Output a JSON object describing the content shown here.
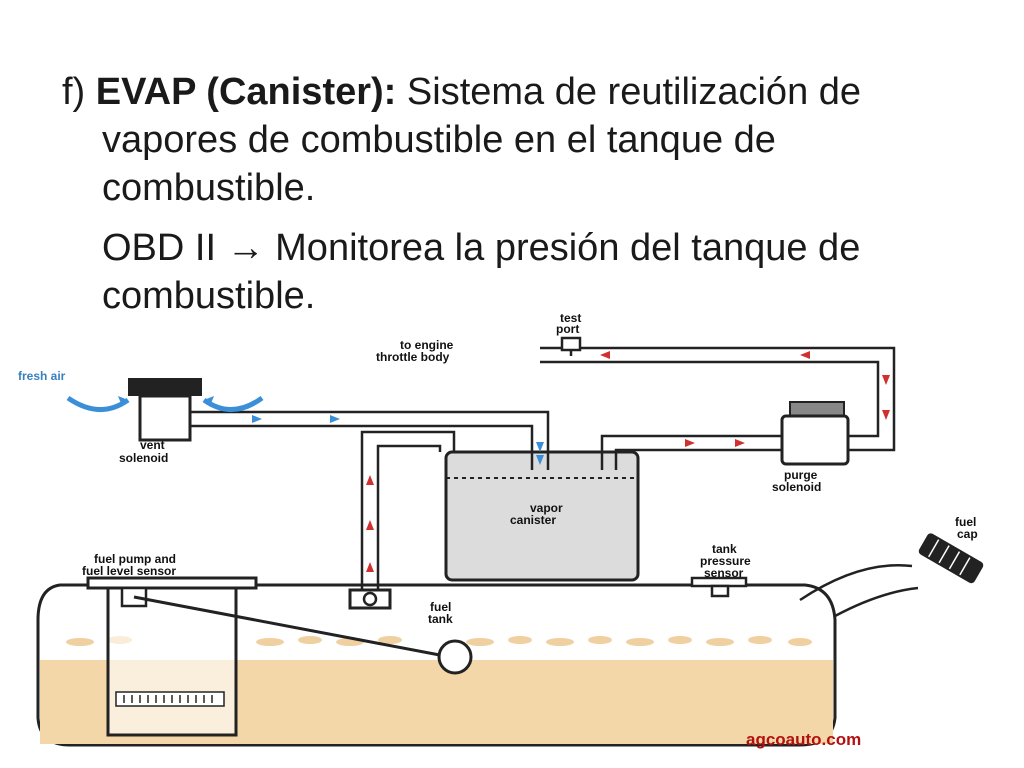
{
  "slide": {
    "bullet_prefix": "f)",
    "heading_bold": "EVAP (Canister):",
    "heading_rest": " Sistema de reutilización de vapores de combustible en el tanque de combustible.",
    "obd_prefix": "OBD II",
    "obd_arrow": "→",
    "obd_text": " Monitorea la presión del tanque de combustible."
  },
  "diagram": {
    "labels": {
      "fresh_air": "fresh air",
      "vent_solenoid_1": "vent",
      "vent_solenoid_2": "solenoid",
      "test_port_1": "test",
      "test_port_2": "port",
      "to_engine_1": "to engine",
      "to_engine_2": "throttle body",
      "vapor_canister_1": "vapor",
      "vapor_canister_2": "canister",
      "purge_solenoid_1": "purge",
      "purge_solenoid_2": "solenoid",
      "fuel_pump_1": "fuel pump and",
      "fuel_pump_2": "fuel level sensor",
      "tank_pressure_1": "tank",
      "tank_pressure_2": "pressure",
      "tank_pressure_3": "sensor",
      "fuel_tank_1": "fuel",
      "fuel_tank_2": "tank",
      "fuel_cap_1": "fuel",
      "fuel_cap_2": "cap"
    },
    "credit": "agcoauto.com",
    "colors": {
      "fresh_air_arrow": "#3a8fd8",
      "vapor_arrow": "#d03030",
      "fuel": "#f3d7a8",
      "pipe": "#222222"
    }
  }
}
